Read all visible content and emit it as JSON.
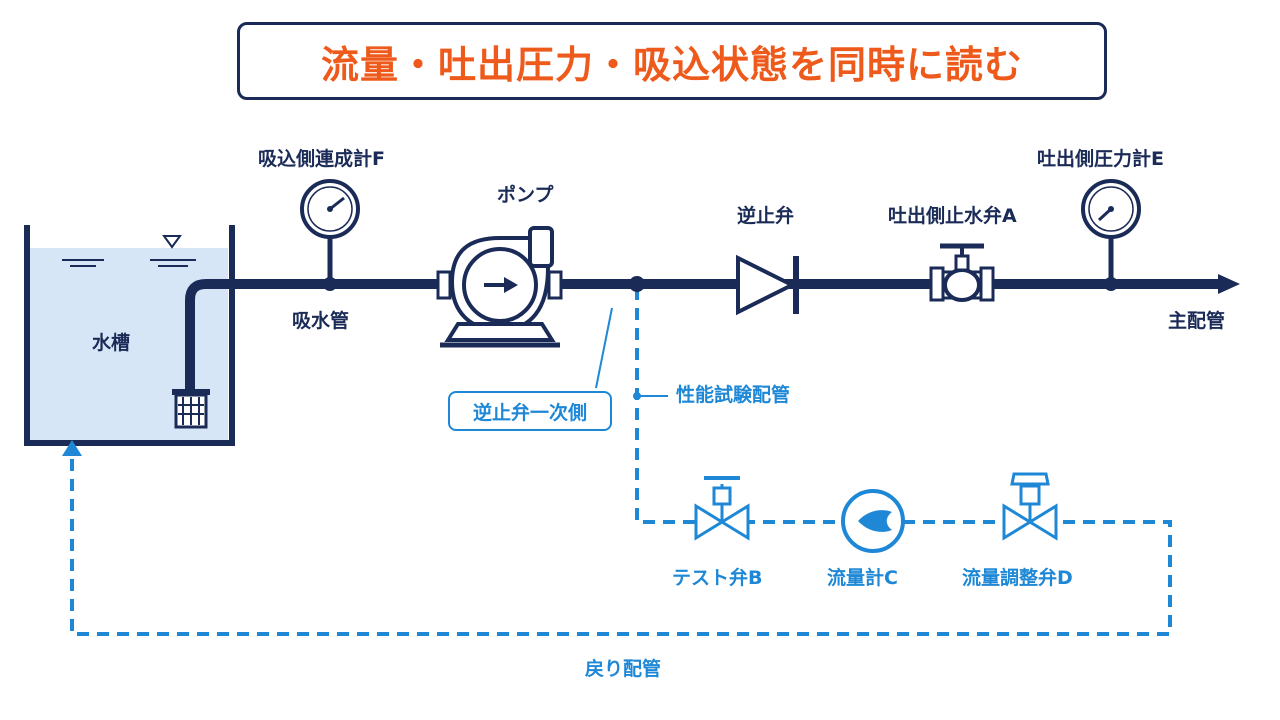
{
  "title": "流量・吐出圧力・吸込状態を同時に読む",
  "labels": {
    "suction_gauge": "吸込側連成計F",
    "pump": "ポンプ",
    "check_valve": "逆止弁",
    "discharge_stop_valve": "吐出側止水弁A",
    "discharge_gauge": "吐出側圧力計E",
    "suction_pipe": "吸水管",
    "water_tank": "水槽",
    "main_pipe": "主配管",
    "check_valve_primary": "逆止弁一次側",
    "performance_test_pipe": "性能試験配管",
    "test_valve": "テスト弁B",
    "flow_meter": "流量計C",
    "flow_control_valve": "流量調整弁D",
    "return_pipe": "戻り配管"
  },
  "colors": {
    "navy": "#1b2b57",
    "accent_blue": "#1e88d6",
    "title_orange": "#ee5a1b",
    "tank_water": "#d6e6f7"
  },
  "icons": [
    "pressure-gauge-icon",
    "pump-icon",
    "check-valve-icon",
    "gate-valve-icon",
    "flow-meter-icon",
    "foot-valve-strainer-icon"
  ]
}
